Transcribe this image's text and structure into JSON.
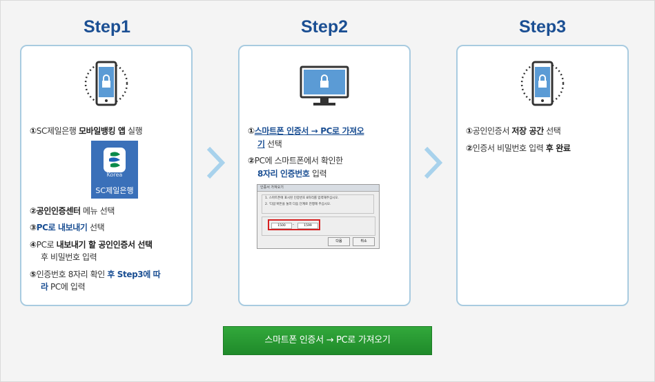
{
  "steps": [
    {
      "title": "Step1",
      "lines": [
        {
          "num": "①",
          "pre": "SC제일은행 ",
          "hl": "모바일뱅킹 앱",
          "post": " 실행"
        },
        {
          "num": "②",
          "b": "공인인증센터",
          "post": " 메뉴 선택"
        },
        {
          "num": "③",
          "hl": "PC로 내보내기",
          "post": " 선택"
        },
        {
          "num": "④",
          "pre": "PC로 ",
          "b": "내보내기 할 공인인증서 선택",
          "post2": "후 비밀번호 입력"
        },
        {
          "num": "⑤",
          "pre": "인증번호 8자리 확인 ",
          "hl": "후 Step3에 따",
          "hl2": "라",
          "post2": " PC에 입력"
        }
      ],
      "logo": {
        "korea": "Korea",
        "name": "SC제일은행"
      }
    },
    {
      "title": "Step2",
      "lines": [
        {
          "num": "①",
          "ul": "스마트폰 인증서 → PC로 가져오",
          "ul2": "기",
          "post2": " 선택"
        },
        {
          "num": "②",
          "pre": "PC에 스마트폰에서 확인한",
          "hl2": "8자리 인증번호",
          "post2": " 입력"
        }
      ],
      "dialog": {
        "title": "인증서 가져오기",
        "line1": "1. 스마트폰에 표시된 인증번호 8자리를 입력해주십시오.",
        "line2": "2. '다음'버튼을 눌러 다음 단계로 진행해 주십시오.",
        "field1": "1500",
        "field2": "1599",
        "dash": "-",
        "next": "다음",
        "cancel": "취소"
      }
    },
    {
      "title": "Step3",
      "lines": [
        {
          "num": "①",
          "pre": "공인인증서 ",
          "b": "저장 공간",
          "post": " 선택"
        },
        {
          "num": "②",
          "pre": "인증서 비밀번호 입력 ",
          "b": "후 완료"
        }
      ]
    }
  ],
  "button": {
    "label": "스마트폰 인증서 → PC로 가져오기"
  },
  "colors": {
    "accent": "#1b4f93",
    "card_border": "#a8cbe0",
    "button": "#28993a",
    "chevron": "#a8d2ec"
  }
}
